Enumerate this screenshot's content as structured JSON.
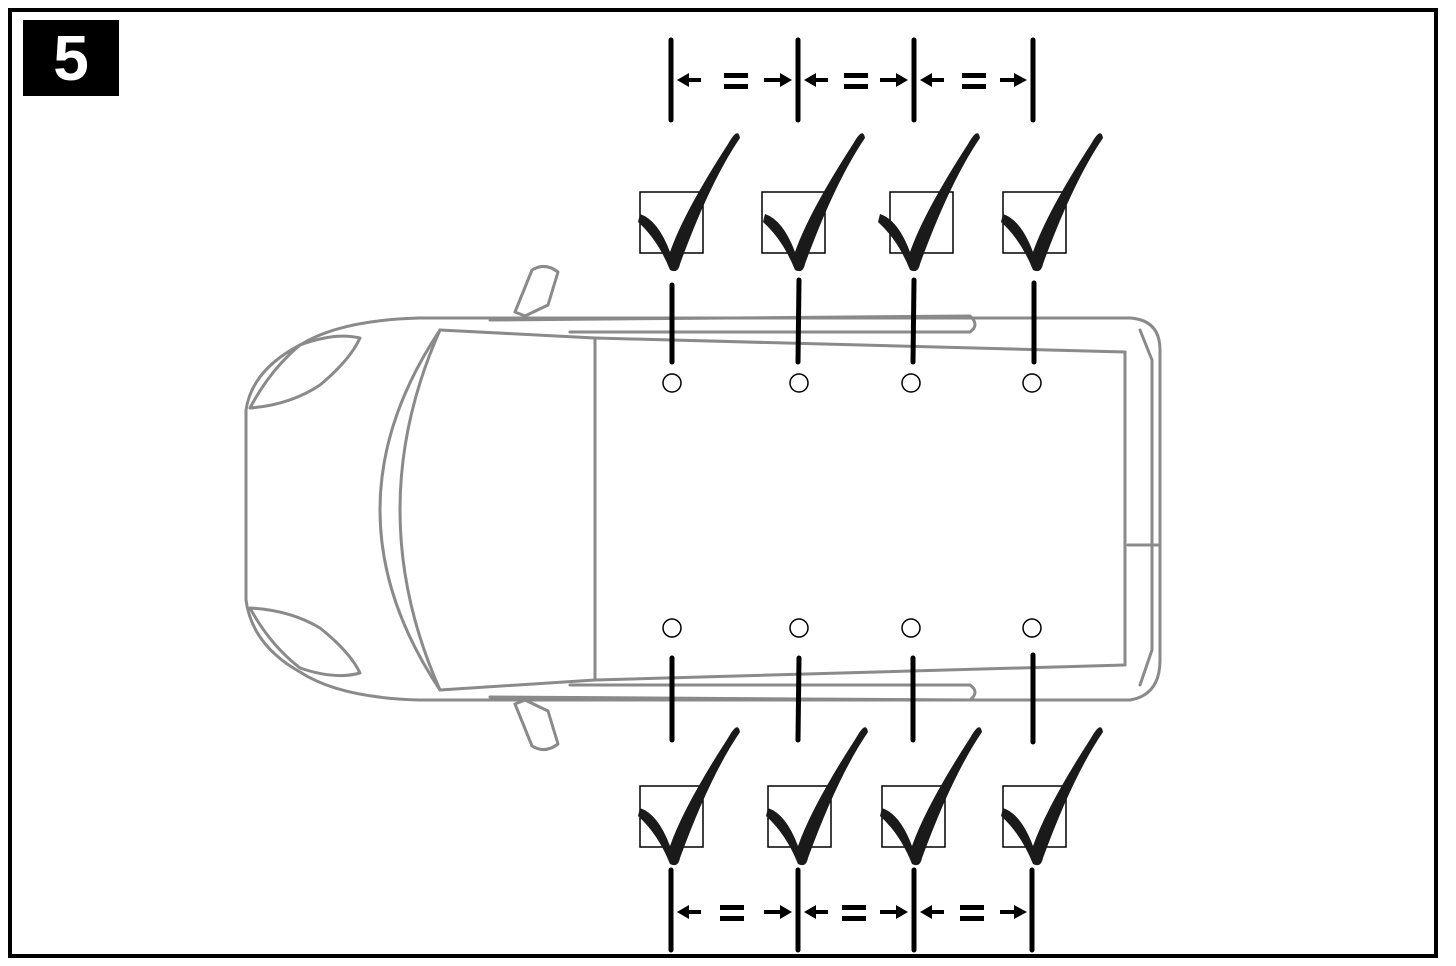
{
  "step": {
    "number": "5"
  },
  "diagram": {
    "view": "van-top-view",
    "rails": 2,
    "bars_per_side": 4,
    "spacing_marks": [
      "=",
      "=",
      "="
    ],
    "colors": {
      "van_outline": "#8a8a8a",
      "ink": "#000000",
      "badge_bg": "#000000",
      "badge_text": "#ffffff"
    },
    "icons": [
      "check-mark-icon",
      "double-arrow-icon",
      "mount-point-icon"
    ]
  }
}
